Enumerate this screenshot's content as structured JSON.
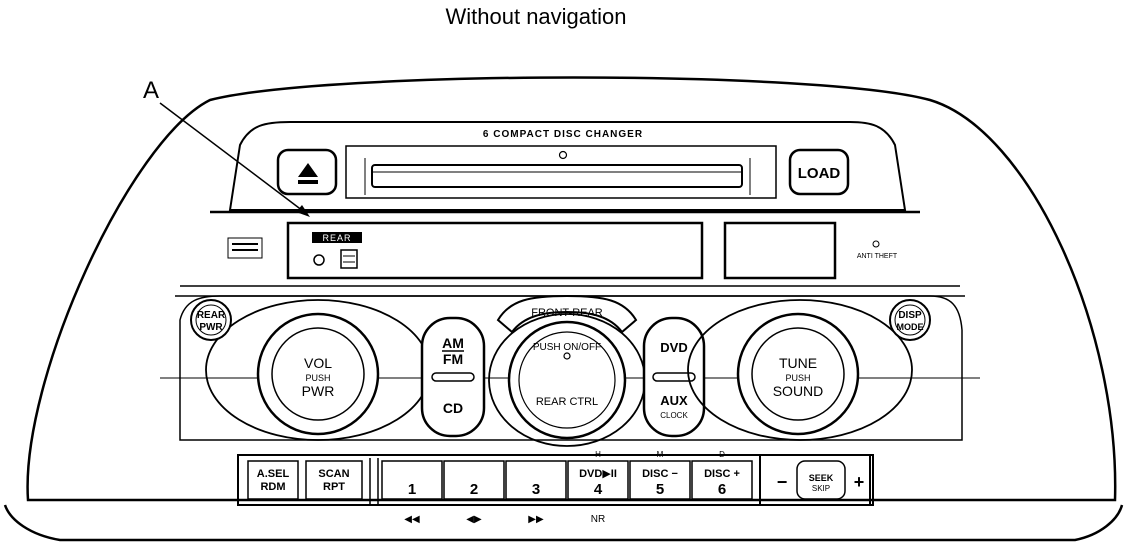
{
  "title": "Without navigation",
  "callout": "A",
  "changer_label": "6 COMPACT DISC CHANGER",
  "eject_icon": "eject-icon",
  "load_label": "LOAD",
  "display": {
    "rear_label": "REAR",
    "anti_theft": "ANTI THEFT"
  },
  "rear_pwr": {
    "line1": "REAR",
    "line2": "PWR"
  },
  "disp_mode": {
    "line1": "DISP",
    "line2": "MODE"
  },
  "vol_knob": {
    "line1": "VOL",
    "line2": "PUSH",
    "line3": "PWR"
  },
  "tune_knob": {
    "line1": "TUNE",
    "line2": "PUSH",
    "line3": "SOUND"
  },
  "am_fm": {
    "am": "AM",
    "fm": "FM",
    "cd": "CD"
  },
  "dvd_aux": {
    "dvd": "DVD",
    "aux": "AUX",
    "clock": "CLOCK"
  },
  "front_rear": "FRONT-REAR",
  "center_knob": {
    "top": "PUSH ON/OFF",
    "bottom": "REAR CTRL"
  },
  "asel_rdm": {
    "line1": "A.SEL",
    "line2": "RDM"
  },
  "scan_rpt": {
    "line1": "SCAN",
    "line2": "RPT"
  },
  "presets": [
    {
      "top": "",
      "main": "1",
      "sub": "",
      "above": "",
      "below": "◀◀"
    },
    {
      "top": "",
      "main": "2",
      "sub": "",
      "above": "",
      "below": "◀▶"
    },
    {
      "top": "",
      "main": "3",
      "sub": "",
      "above": "",
      "below": "▶▶"
    },
    {
      "top": "DVD▶II",
      "main": "4",
      "sub": "",
      "above": "H",
      "below": "NR"
    },
    {
      "top": "DISC −",
      "main": "5",
      "sub": "",
      "above": "M",
      "below": ""
    },
    {
      "top": "DISC +",
      "main": "6",
      "sub": "",
      "above": "D",
      "below": ""
    }
  ],
  "seek": {
    "minus": "−",
    "plus": "+",
    "line1": "SEEK",
    "line2": "SKIP"
  }
}
